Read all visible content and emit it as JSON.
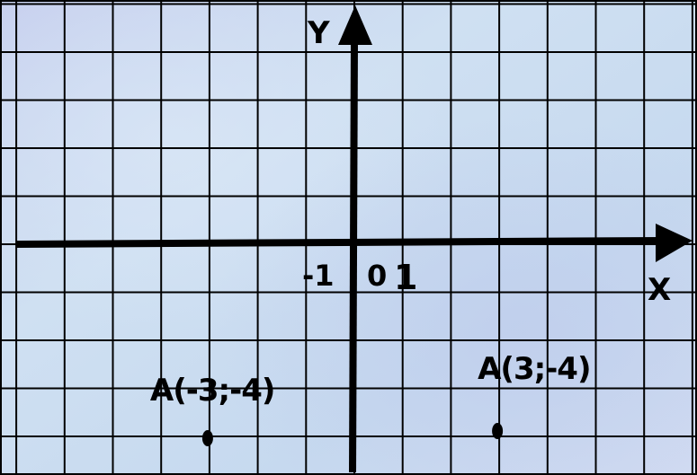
{
  "diagram": {
    "axis_x_label": "X",
    "axis_y_label": "Y",
    "tick_labels": {
      "minus_one": "-1",
      "zero": "0",
      "one": "1"
    },
    "points": [
      {
        "label": "A(-3;-4)",
        "x": -3,
        "y": -4
      },
      {
        "label": "A(3;-4)",
        "x": 3,
        "y": -4
      }
    ],
    "colors": {
      "grid": "#000000",
      "axes": "#000000",
      "background": "#c9d8ee"
    }
  }
}
